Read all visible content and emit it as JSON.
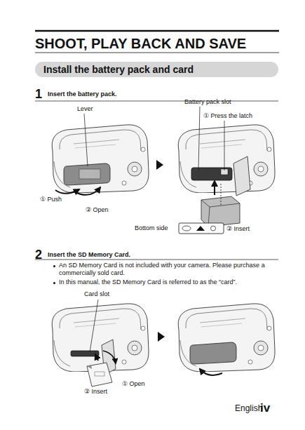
{
  "diagram": {
    "title": "SHOOT, PLAY BACK AND SAVE",
    "nodes": [
      {
        "text": [
          "Install the battery pack and card"
        ]
      }
    ],
    "labels": [
      "1",
      "Insert the battery pack.",
      "Battery pack slot",
      "Lever",
      "① Press the latch",
      "① Push",
      "② Open",
      "Bottom side",
      "② Insert",
      "2",
      "Insert the SD Memory Card.",
      "An SD Memory Card is not included with your camera. Please purchase a commercially sold card.",
      "In this manual, the SD Memory Card is referred to as the “card”.",
      "Card slot",
      "① Open",
      "② Insert",
      "English",
      "iv"
    ]
  }
}
